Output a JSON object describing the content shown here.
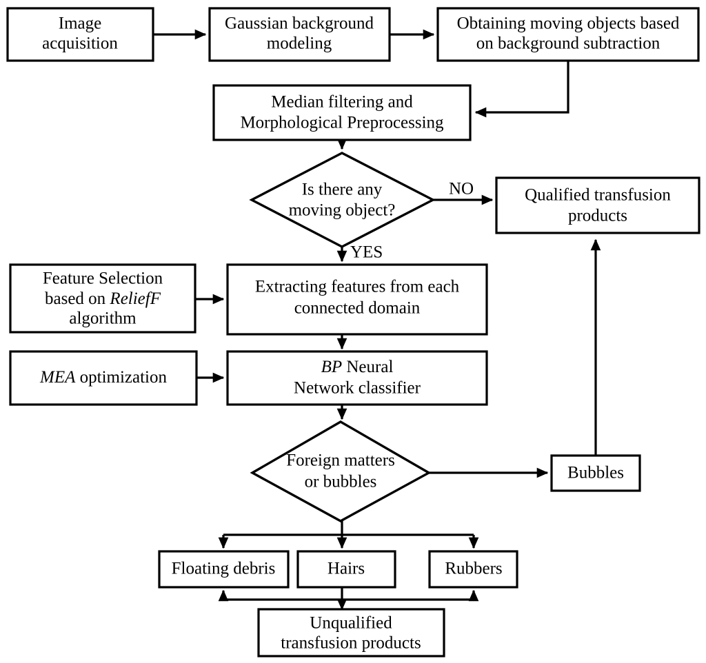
{
  "diagram": {
    "type": "flowchart",
    "title": "Transfusion product foreign matter detection flowchart",
    "background_color": "#ffffff",
    "line_color": "#000000",
    "nodes": [
      {
        "id": "image-acquisition",
        "shape": "rect",
        "lines": [
          "Image",
          "acquisition"
        ]
      },
      {
        "id": "gaussian-background-modeling",
        "shape": "rect",
        "lines": [
          "Gaussian background",
          "modeling"
        ]
      },
      {
        "id": "obtaining-moving-objects",
        "shape": "rect",
        "lines": [
          "Obtaining moving objects based",
          "on background subtraction"
        ]
      },
      {
        "id": "median-filtering-preprocessing",
        "shape": "rect",
        "lines": [
          "Median filtering and",
          "Morphological Preprocessing"
        ]
      },
      {
        "id": "is-there-any-moving-object",
        "shape": "diamond",
        "lines": [
          "Is there any",
          "moving object?"
        ]
      },
      {
        "id": "qualified-transfusion-products",
        "shape": "rect",
        "lines": [
          "Qualified transfusion",
          "products"
        ]
      },
      {
        "id": "feature-selection-relieff",
        "shape": "rect",
        "lines": [
          "Feature Selection",
          "based on ReliefF",
          "algorithm"
        ],
        "italic_words": [
          "ReliefF"
        ]
      },
      {
        "id": "extracting-features",
        "shape": "rect",
        "lines": [
          "Extracting features from each",
          "connected domain"
        ]
      },
      {
        "id": "mea-optimization",
        "shape": "rect",
        "lines": [
          "MEA optimization"
        ],
        "italic_words": [
          "MEA"
        ]
      },
      {
        "id": "bp-neural-network-classifier",
        "shape": "rect",
        "lines": [
          "BP Neural",
          "Network classifier"
        ],
        "italic_words": [
          "BP"
        ]
      },
      {
        "id": "foreign-matters-or-bubbles",
        "shape": "diamond",
        "lines": [
          "Foreign matters",
          "or bubbles"
        ]
      },
      {
        "id": "bubbles",
        "shape": "rect",
        "lines": [
          "Bubbles"
        ]
      },
      {
        "id": "floating-debris",
        "shape": "rect",
        "lines": [
          "Floating debris"
        ]
      },
      {
        "id": "hairs",
        "shape": "rect",
        "lines": [
          "Hairs"
        ]
      },
      {
        "id": "rubbers",
        "shape": "rect",
        "lines": [
          "Rubbers"
        ]
      },
      {
        "id": "unqualified-transfusion-products",
        "shape": "rect",
        "lines": [
          "Unqualified",
          "transfusion products"
        ]
      }
    ],
    "edge_labels": {
      "no": "NO",
      "yes": "YES"
    },
    "text": {
      "image_l1": "Image",
      "image_l2": "acquisition",
      "gauss_l1": "Gaussian background",
      "gauss_l2": "modeling",
      "obtain_l1": "Obtaining moving objects based",
      "obtain_l2": "on background subtraction",
      "median_l1": "Median filtering and",
      "median_l2": "Morphological Preprocessing",
      "dec1_l1": "Is there any",
      "dec1_l2": "moving object?",
      "qualified_l1": "Qualified transfusion",
      "qualified_l2": "products",
      "feature_l1": "Feature Selection",
      "feature_l2a": "based on ",
      "feature_l2b": "ReliefF",
      "feature_l3": "algorithm",
      "extract_l1": "Extracting features from each",
      "extract_l2": "connected domain",
      "mea_a": "MEA",
      "mea_b": " optimization",
      "bp_l1a": "BP",
      "bp_l1b": " Neural",
      "bp_l2": "Network classifier",
      "dec2_l1": "Foreign matters",
      "dec2_l2": "or bubbles",
      "bubbles": "Bubbles",
      "floating_debris": "Floating debris",
      "hairs": "Hairs",
      "rubbers": "Rubbers",
      "unqual_l1": "Unqualified",
      "unqual_l2": "transfusion products",
      "label_no": "NO",
      "label_yes": "YES"
    }
  }
}
